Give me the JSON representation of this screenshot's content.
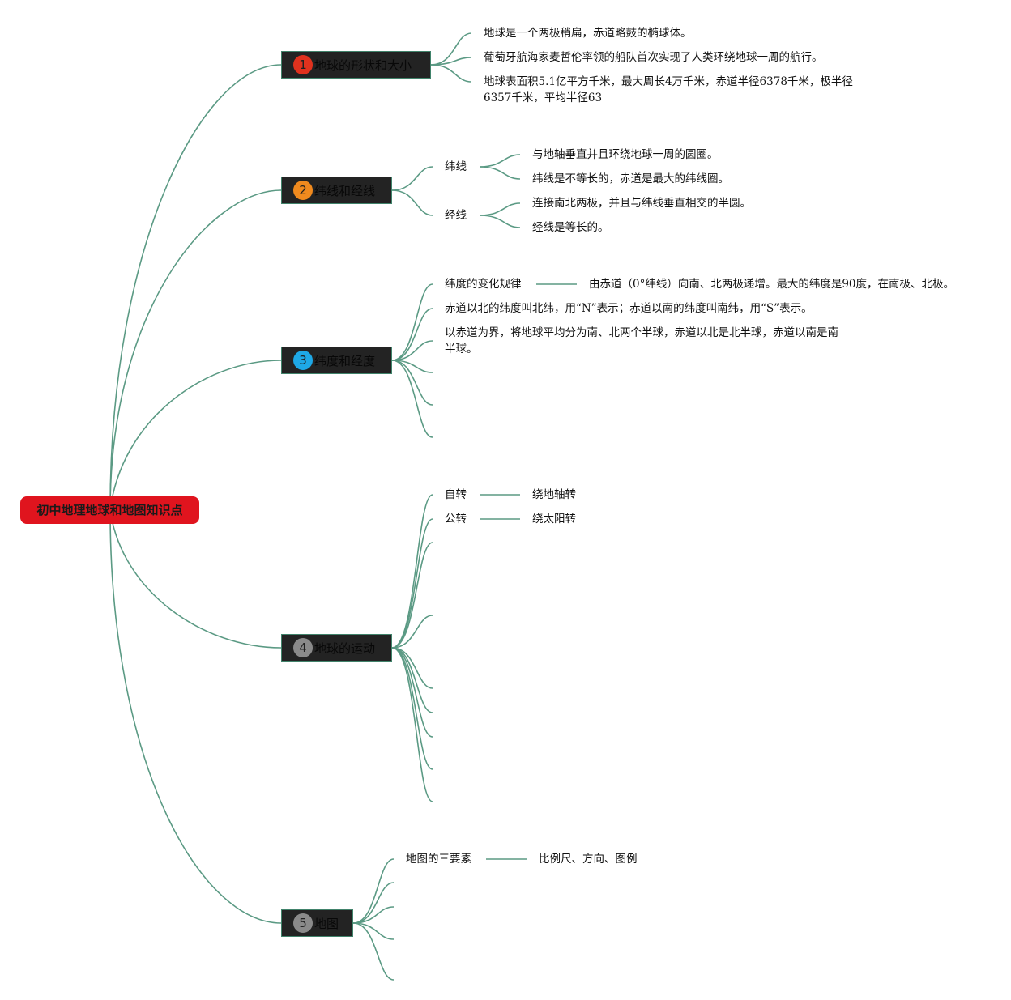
{
  "colors": {
    "root_fill": "#e0141e",
    "branch_fill": "#232323",
    "branch_border": "#41836b",
    "connector": "#5b9a84",
    "badge_1": "#e0321e",
    "badge_2": "#f08a1e",
    "badge_3": "#1ea8e6",
    "badge_4": "#8a8a8a",
    "badge_5": "#8a8a8a"
  },
  "root": {
    "label": "初中地理地球和地图知识点"
  },
  "branches": [
    {
      "number": "1",
      "label": "地球的形状和大小",
      "topics": [
        {
          "text": "地球是一个两极稍扁，赤道略鼓的椭球体。"
        },
        {
          "text": "葡萄牙航海家麦哲伦率领的船队首次实现了人类环绕地球一周的航行。"
        },
        {
          "text": "地球表面积5.1亿平方千米，最大周长4万千米，赤道半径6378千米，极半径6357千米，平均半径63"
        }
      ]
    },
    {
      "number": "2",
      "label": "纬线和经线",
      "topics": [
        {
          "text": "纬线",
          "children": [
            "与地轴垂直并且环绕地球一周的圆圈。",
            "纬线是不等长的，赤道是最大的纬线圈。"
          ]
        },
        {
          "text": "经线",
          "children": [
            "连接南北两极，并且与纬线垂直相交的半圆。",
            "经线是等长的。"
          ]
        }
      ]
    },
    {
      "number": "3",
      "label": "纬度和经度",
      "topics": [
        {
          "text": "纬度的变化规律",
          "children": [
            "由赤道（0°纬线）向南、北两极递增。最大的纬度是90度，在南极、北极。"
          ]
        },
        {
          "text": "赤道以北的纬度叫北纬，用“N”表示；赤道以南的纬度叫南纬，用“S”表示。"
        },
        {
          "text": "以赤道为界，将地球平均分为南、北两个半球，赤道以北是北半球，赤道以南是南半球。"
        },
        {
          "text": ""
        },
        {
          "text": ""
        },
        {
          "text": ""
        }
      ]
    },
    {
      "number": "4",
      "label": "地球的运动",
      "topics": [
        {
          "text": "自转",
          "children": [
            "绕地轴转"
          ]
        },
        {
          "text": "公转",
          "children": [
            "绕太阳转"
          ]
        },
        {
          "text": ""
        },
        {
          "text": ""
        },
        {
          "text": ""
        },
        {
          "text": ""
        },
        {
          "text": ""
        },
        {
          "text": ""
        },
        {
          "text": ""
        }
      ]
    },
    {
      "number": "5",
      "label": "地图",
      "topics": [
        {
          "text": "地图的三要素",
          "children": [
            "比例尺、方向、图例"
          ]
        },
        {
          "text": ""
        },
        {
          "text": ""
        },
        {
          "text": ""
        },
        {
          "text": ""
        }
      ]
    }
  ]
}
